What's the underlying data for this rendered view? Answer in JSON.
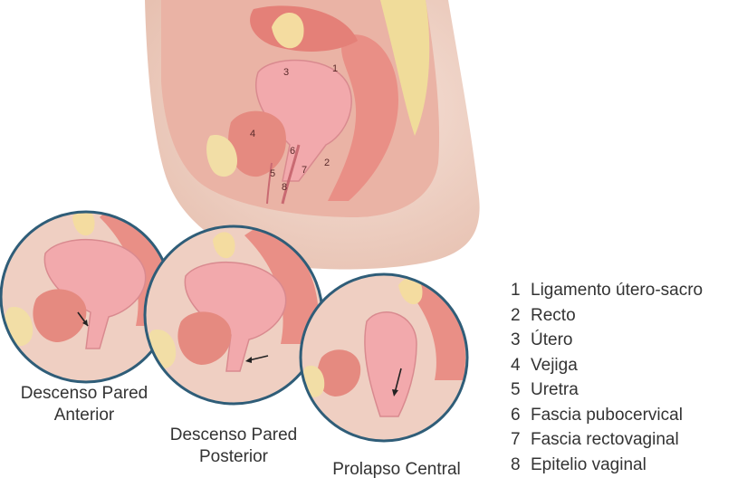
{
  "main_labels": [
    "1",
    "2",
    "3",
    "4",
    "5",
    "6",
    "7",
    "8"
  ],
  "captions": {
    "anterior_line1": "Descenso Pared",
    "anterior_line2": "Anterior",
    "posterior_line1": "Descenso Pared",
    "posterior_line2": "Posterior",
    "central": "Prolapso Central"
  },
  "legend": [
    {
      "num": "1",
      "text": "Ligamento útero-sacro"
    },
    {
      "num": "2",
      "text": "Recto"
    },
    {
      "num": "3",
      "text": "Útero"
    },
    {
      "num": "4",
      "text": "Vejiga"
    },
    {
      "num": "5",
      "text": "Uretra"
    },
    {
      "num": "6",
      "text": "Fascia pubocervical"
    },
    {
      "num": "7",
      "text": "Fascia rectovaginal"
    },
    {
      "num": "8",
      "text": "Epitelio vaginal"
    }
  ],
  "colors": {
    "skin": "#f1d6c9",
    "tissue": "#e8a79a",
    "organ": "#e98f86",
    "uterus": "#f2a9ac",
    "fat": "#f0dc9a",
    "ring": "#2f5d78",
    "text": "#333333"
  }
}
